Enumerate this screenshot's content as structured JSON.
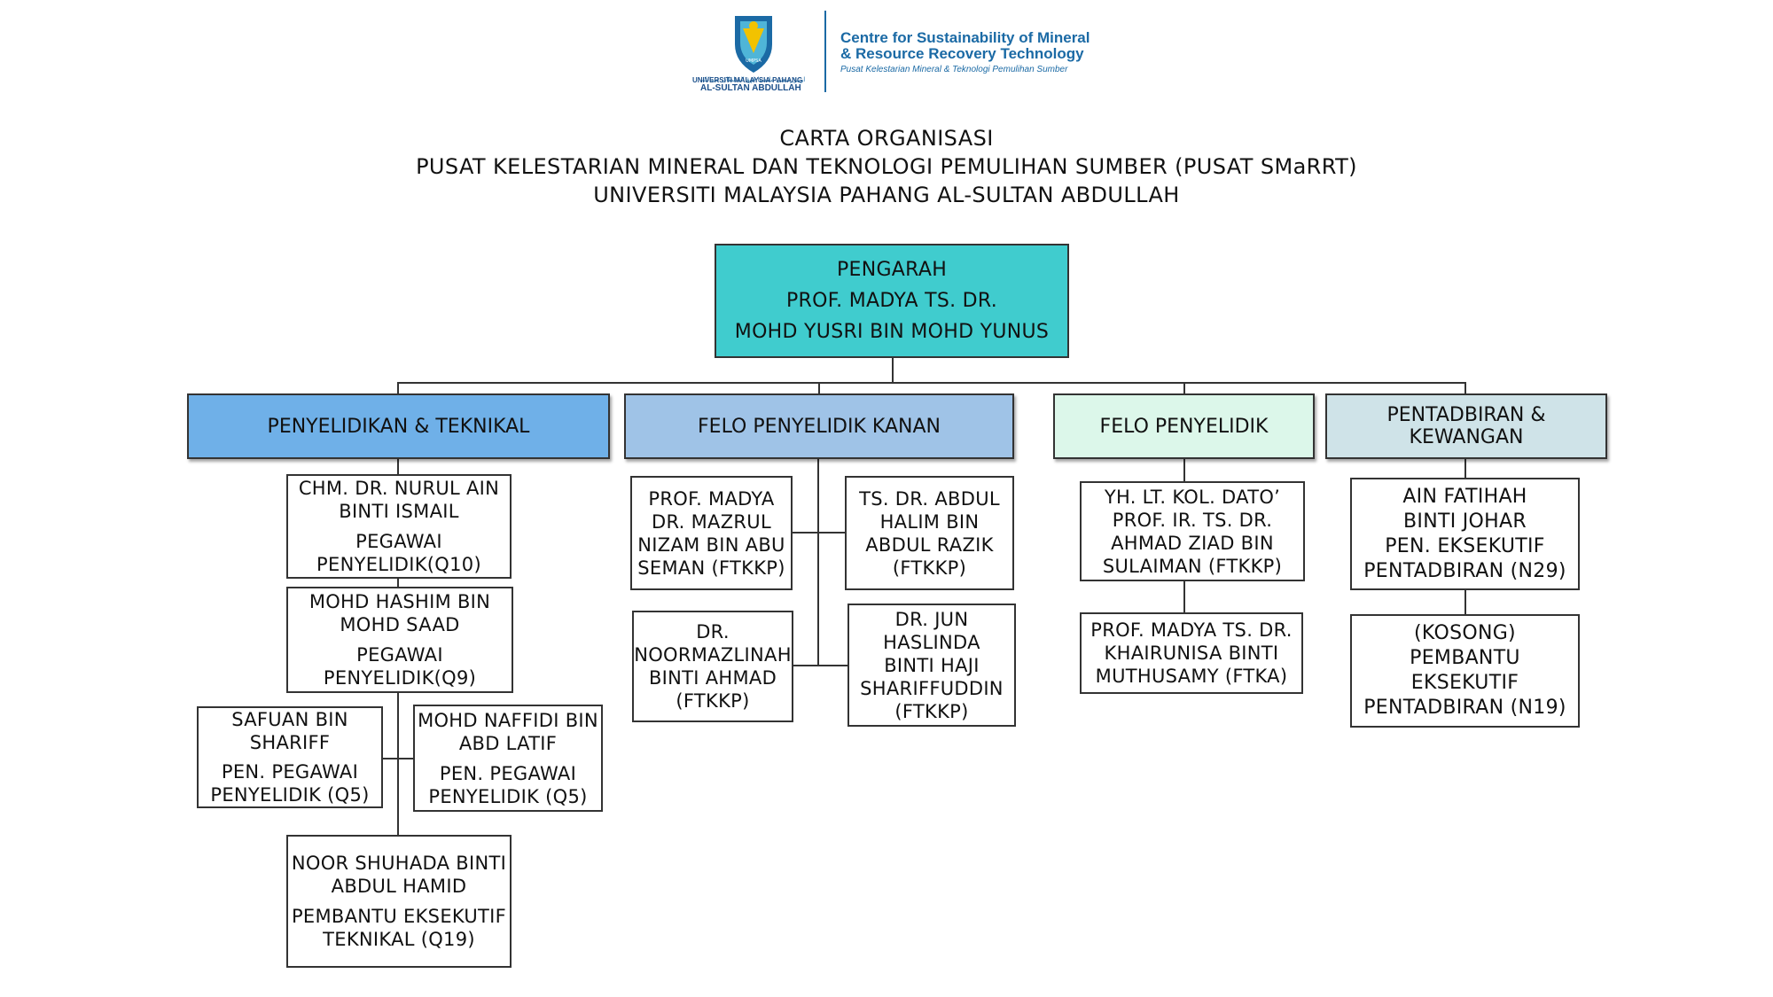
{
  "logo": {
    "university_name_line1": "UNIVERSITI MALAYSIA PAHANG",
    "university_name_line2": "AL-SULTAN ABDULLAH",
    "centre_name_line1": "Centre for Sustainability of Mineral",
    "centre_name_line2": "& Resource Recovery Technology",
    "centre_subtitle": "Pusat Kelestarian Mineral & Teknologi Pemulihan Sumber",
    "brand_color": "#1b6aa5"
  },
  "title": {
    "line1": "CARTA ORGANISASI",
    "line2": "PUSAT KELESTARIAN MINERAL DAN TEKNOLOGI PEMULIHAN SUMBER (PUSAT SMaRRT)",
    "line3": "UNIVERSITI MALAYSIA PAHANG AL-SULTAN ABDULLAH"
  },
  "director": {
    "role": "PENGARAH",
    "name_line1": "PROF. MADYA TS. DR.",
    "name_line2": "MOHD YUSRI BIN MOHD YUNUS",
    "color": "#40ccce"
  },
  "departments": {
    "research_technical": {
      "label": "PENYELIDIKAN & TEKNIKAL",
      "color": "#6fb0e8"
    },
    "senior_fellow": {
      "label": "FELO PENYELIDIK KANAN",
      "color": "#9fc3e7"
    },
    "fellow": {
      "label": "FELO PENYELIDIK",
      "color": "#dcf7ea"
    },
    "admin_finance": {
      "label": "PENTADBIRAN & KEWANGAN",
      "color": "#cfe3e8"
    }
  },
  "research_technical_staff": [
    {
      "name1": "CHM. DR. NURUL AIN",
      "name2": "BINTI ISMAIL",
      "pos1": "PEGAWAI",
      "pos2": "PENYELIDIK(Q10)"
    },
    {
      "name1": "MOHD HASHIM BIN",
      "name2": "MOHD SAAD",
      "pos1": "PEGAWAI",
      "pos2": "PENYELIDIK(Q9)"
    },
    {
      "name1": "SAFUAN BIN",
      "name2": "SHARIFF",
      "pos1": "PEN. PEGAWAI",
      "pos2": "PENYELIDIK (Q5)"
    },
    {
      "name1": "MOHD NAFFIDI BIN",
      "name2": "ABD LATIF",
      "pos1": "PEN. PEGAWAI",
      "pos2": "PENYELIDIK (Q5)"
    },
    {
      "name1": "NOOR SHUHADA BINTI",
      "name2": "ABDUL HAMID",
      "pos1": "PEMBANTU EKSEKUTIF",
      "pos2": "TEKNIKAL (Q19)"
    }
  ],
  "senior_fellows": [
    {
      "l1": "PROF. MADYA",
      "l2": "DR. MAZRUL",
      "l3": "NIZAM BIN ABU",
      "l4": "SEMAN (FTKKP)"
    },
    {
      "l1": "TS. DR. ABDUL",
      "l2": "HALIM BIN",
      "l3": "ABDUL RAZIK",
      "l4": "(FTKKP)"
    },
    {
      "l1": "DR.",
      "l2": "NOORMAZLINAH",
      "l3": "BINTI AHMAD",
      "l4": "(FTKKP)"
    },
    {
      "l1": "DR. JUN",
      "l2": "HASLINDA",
      "l3": "BINTI HAJI",
      "l4": "SHARIFFUDDIN",
      "l5": "(FTKKP)"
    }
  ],
  "fellows": [
    {
      "l1": "YH. LT. KOL. DATO’",
      "l2": "PROF. IR. TS. DR.",
      "l3": "AHMAD ZIAD BIN",
      "l4": "SULAIMAN (FTKKP)"
    },
    {
      "l1": "PROF. MADYA TS. DR.",
      "l2": "KHAIRUNISA BINTI",
      "l3": "MUTHUSAMY (FTKA)"
    }
  ],
  "admin_staff": [
    {
      "l1": "AIN FATIHAH",
      "l2": "BINTI JOHAR",
      "l3": "PEN. EKSEKUTIF",
      "l4": "PENTADBIRAN (N29)"
    },
    {
      "l1": "(KOSONG)",
      "l2": "PEMBANTU",
      "l3": "EKSEKUTIF",
      "l4": "PENTADBIRAN (N19)"
    }
  ]
}
